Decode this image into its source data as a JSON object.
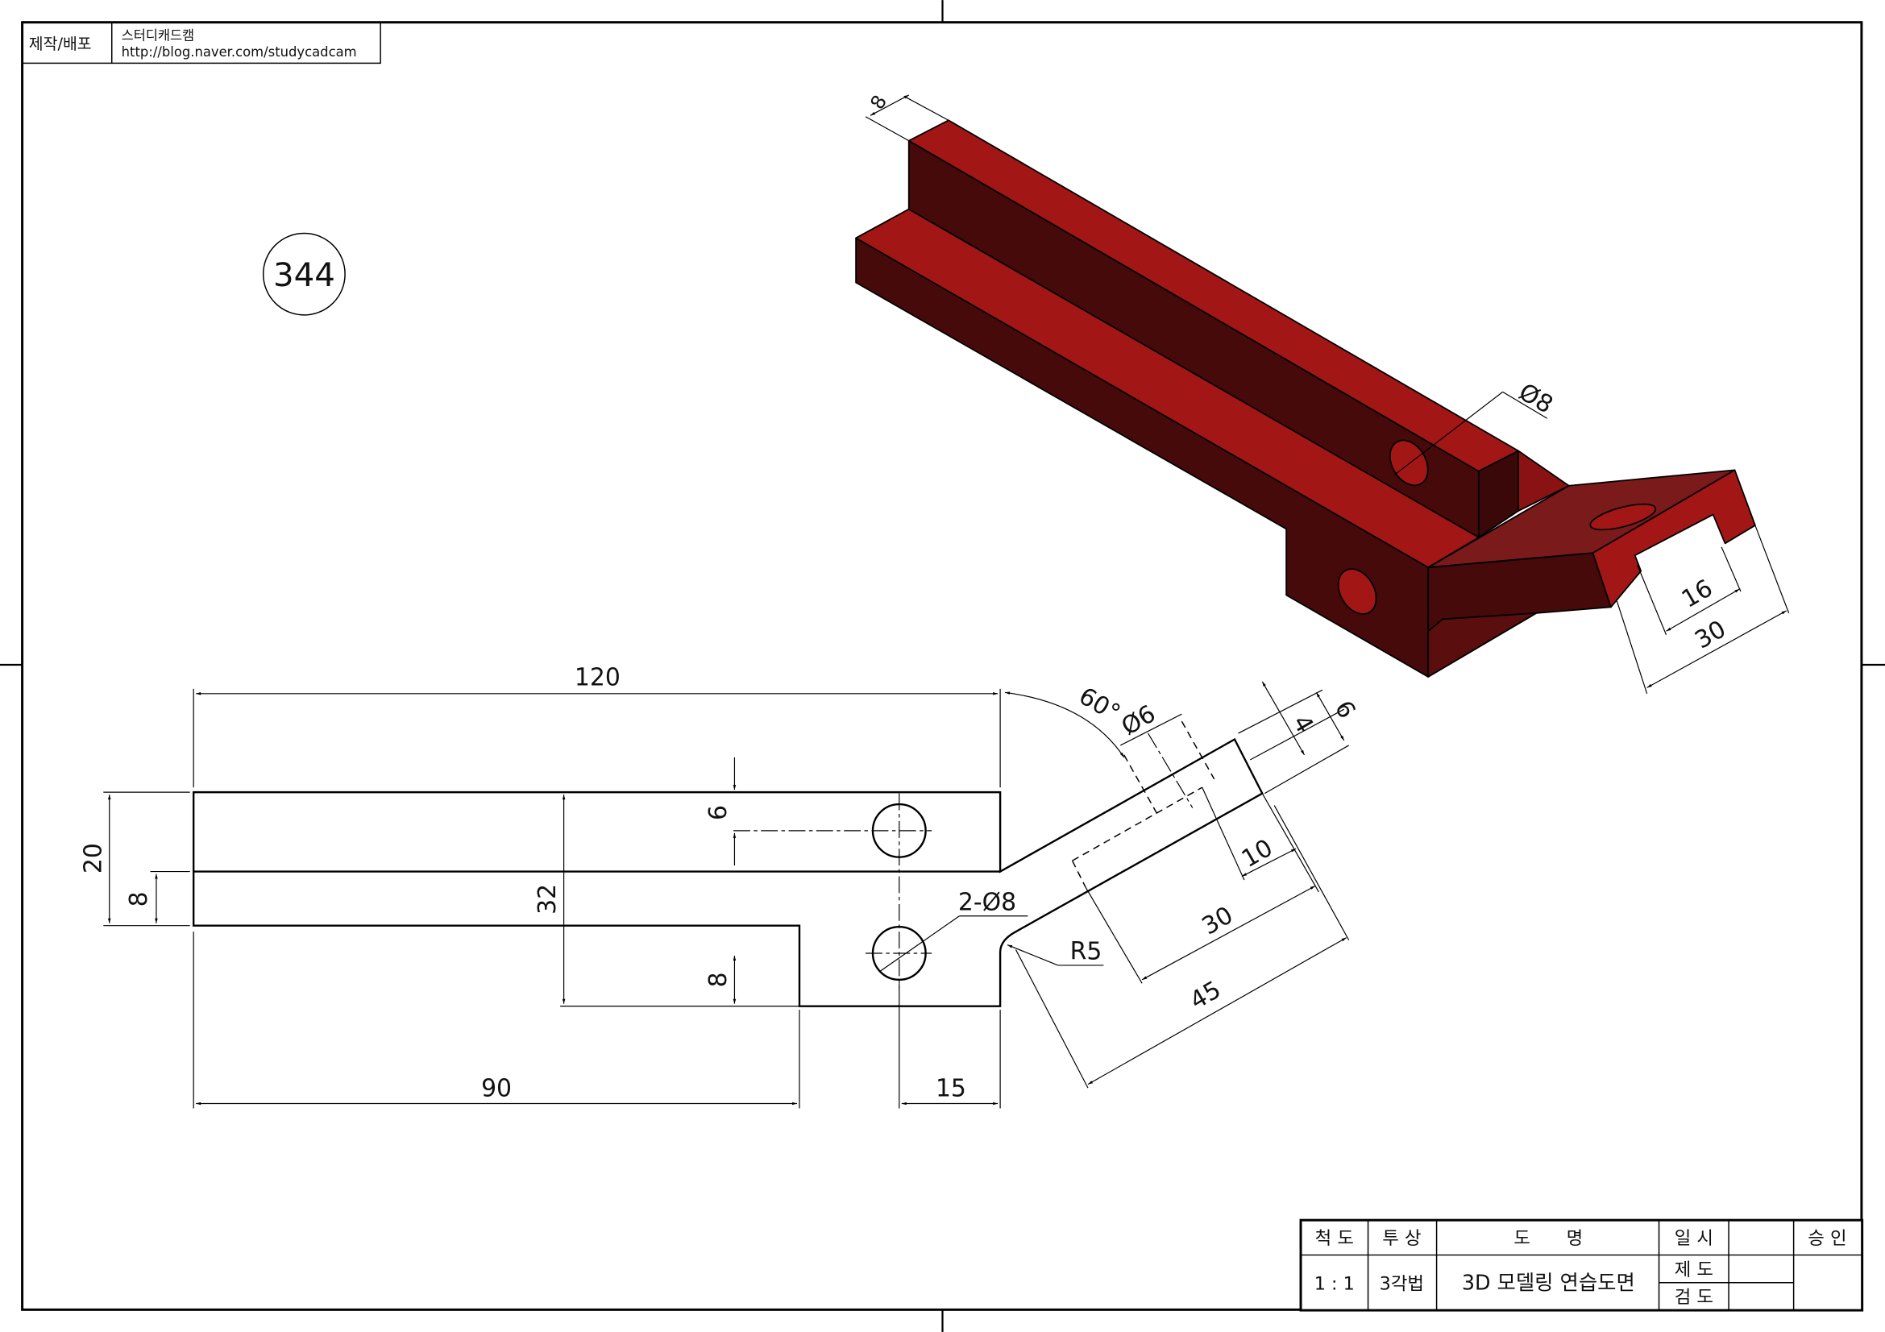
{
  "header": {
    "label": "제작/배포",
    "author": "스터디캐드캠",
    "url": "http://blog.naver.com/studycadcam"
  },
  "drawing_number": "344",
  "dimensions": {
    "d120": "120",
    "d20": "20",
    "d8a": "8",
    "d32": "32",
    "d6": "6",
    "d8b": "8",
    "d90": "90",
    "d15": "15",
    "holes": "2-Ø8",
    "r5": "R5",
    "angle": "60°",
    "phi6": "Ø6",
    "d4": "4",
    "d6b": "6",
    "d10": "10",
    "d30": "30",
    "d45": "45",
    "iso_8": "8",
    "iso_phi8": "Ø8",
    "iso_16": "16",
    "iso_30": "30"
  },
  "title_block": {
    "scale_label": "척 도",
    "scale_value": "1 : 1",
    "projection_label": "투 상",
    "projection_value": "3각법",
    "name_label": "도　　명",
    "name_value": "3D 모델링 연습도면",
    "date_label": "일 시",
    "drawn_label": "제 도",
    "checked_label": "검 도",
    "approval_label": "승 인"
  },
  "colors": {
    "face_light": "#a31616",
    "face_dark": "#460a0a"
  }
}
